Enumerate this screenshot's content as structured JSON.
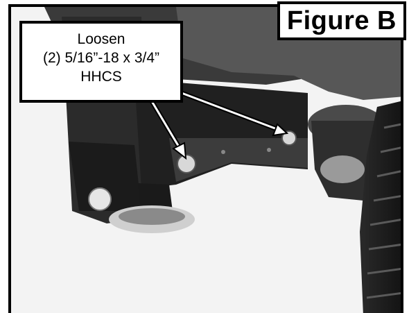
{
  "figure": {
    "title": "Figure B",
    "callout_lines": [
      "Loosen",
      "(2) 5/16”-18 x 3/4”",
      "HHCS"
    ]
  },
  "colors": {
    "border": "#000000",
    "label_background": "#ffffff",
    "photo_dark": "#1e1e1e",
    "photo_light": "#f2f2f2"
  },
  "icons": {
    "arrow": "callout-arrow-icon",
    "bolt": "bolt-icon"
  }
}
